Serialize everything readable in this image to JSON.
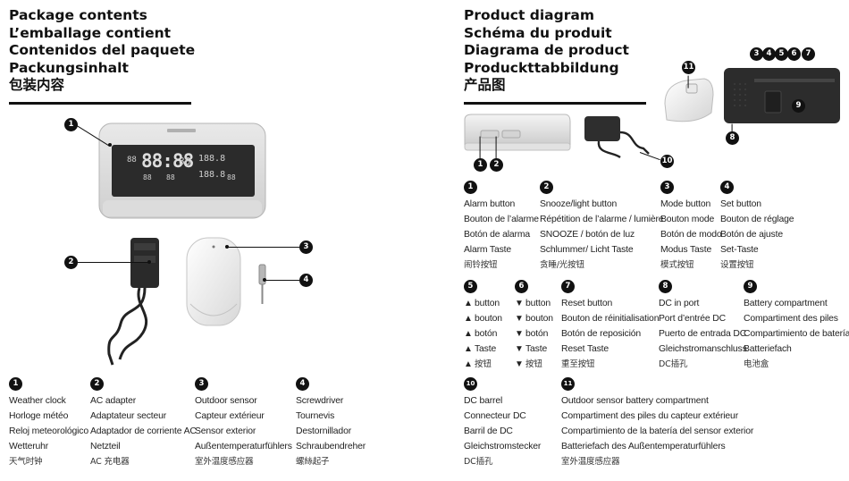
{
  "left": {
    "headings": [
      "Package contents",
      "L’emballage contient",
      "Contenidos del paquete",
      "Packungsinhalt",
      "包装内容"
    ],
    "items": [
      {
        "num": "1",
        "lines": [
          "Weather clock",
          "Horloge météo",
          "Reloj meteorológico",
          "Wetteruhr",
          "天气时钟"
        ]
      },
      {
        "num": "2",
        "lines": [
          "AC adapter",
          "Adaptateur secteur",
          "Adaptador de corriente AC",
          "Netzteil",
          "AC 充电器"
        ]
      },
      {
        "num": "3",
        "lines": [
          "Outdoor sensor",
          "Capteur extérieur",
          "Sensor exterior",
          "Außentemperaturfühlers",
          "室外温度感应器"
        ]
      },
      {
        "num": "4",
        "lines": [
          "Screwdriver",
          "Tournevis",
          "Destornillador",
          "Schraubendreher",
          "螺絲起子"
        ]
      }
    ]
  },
  "right": {
    "headings": [
      "Product diagram",
      "Schéma du produit",
      "Diagrama de product",
      "Produckttabbildung",
      "产品图"
    ],
    "row1": [
      {
        "num": "1",
        "lines": [
          "Alarm button",
          "Bouton de l’alarme",
          "Botón de alarma",
          "Alarm Taste",
          "闹铃按钮"
        ]
      },
      {
        "num": "2",
        "lines": [
          "Snooze/light button",
          "Répétition de l’alarme / lumière",
          "SNOOZE / botón de luz",
          "Schlummer/ Licht Taste",
          "贪睡/光按钮"
        ]
      },
      {
        "num": "3",
        "lines": [
          "Mode button",
          "Bouton mode",
          "Botón de modo",
          "Modus Taste",
          "模式按钮"
        ]
      },
      {
        "num": "4",
        "lines": [
          "Set button",
          "Bouton de réglage",
          "Botón de ajuste",
          "Set-Taste",
          "设置按钮"
        ]
      }
    ],
    "row2": [
      {
        "num": "5",
        "lines": [
          "button",
          "bouton",
          "botón",
          "Taste",
          "按钮"
        ]
      },
      {
        "num": "6",
        "lines": [
          "button",
          "bouton",
          "botón",
          "Taste",
          "按钮"
        ]
      },
      {
        "num": "7",
        "lines": [
          "Reset button",
          "Bouton de réinitialisation",
          "Botón de reposición",
          "Reset Taste",
          "重至按钮"
        ]
      },
      {
        "num": "8",
        "lines": [
          "DC in port",
          "Port  d’entrée DC",
          "Puerto de entrada DC",
          "Gleichstromanschluss",
          "DC插孔"
        ]
      },
      {
        "num": "9",
        "lines": [
          "Battery compartment",
          "Compartiment des piles",
          "Compartimiento de batería",
          "Batteriefach",
          "电池盒"
        ]
      }
    ],
    "row3": [
      {
        "num": "10",
        "lines": [
          "DC barrel",
          "Connecteur DC",
          "Barril de DC",
          "Gleichstromstecker",
          "DC插孔"
        ]
      },
      {
        "num": "11",
        "lines": [
          "Outdoor sensor battery compartment",
          "Compartiment des piles du capteur extérieur",
          "Compartimiento de la batería del sensor exterior",
          "Batteriefach des Außentemperaturfühlers",
          "室外温度感应器"
        ]
      }
    ]
  },
  "clock_display": {
    "time": "88:88",
    "small_a": "88",
    "small_b": "88",
    "top_right": "188.8",
    "bottom_right": "188.8",
    "mid": "88",
    "tag_a": "88",
    "tag_b": "88"
  },
  "callouts": [
    "1",
    "2",
    "3",
    "4",
    "5",
    "6",
    "7",
    "8",
    "9",
    "10",
    "11"
  ],
  "symbols": {
    "up": "▲",
    "down": "▼"
  }
}
